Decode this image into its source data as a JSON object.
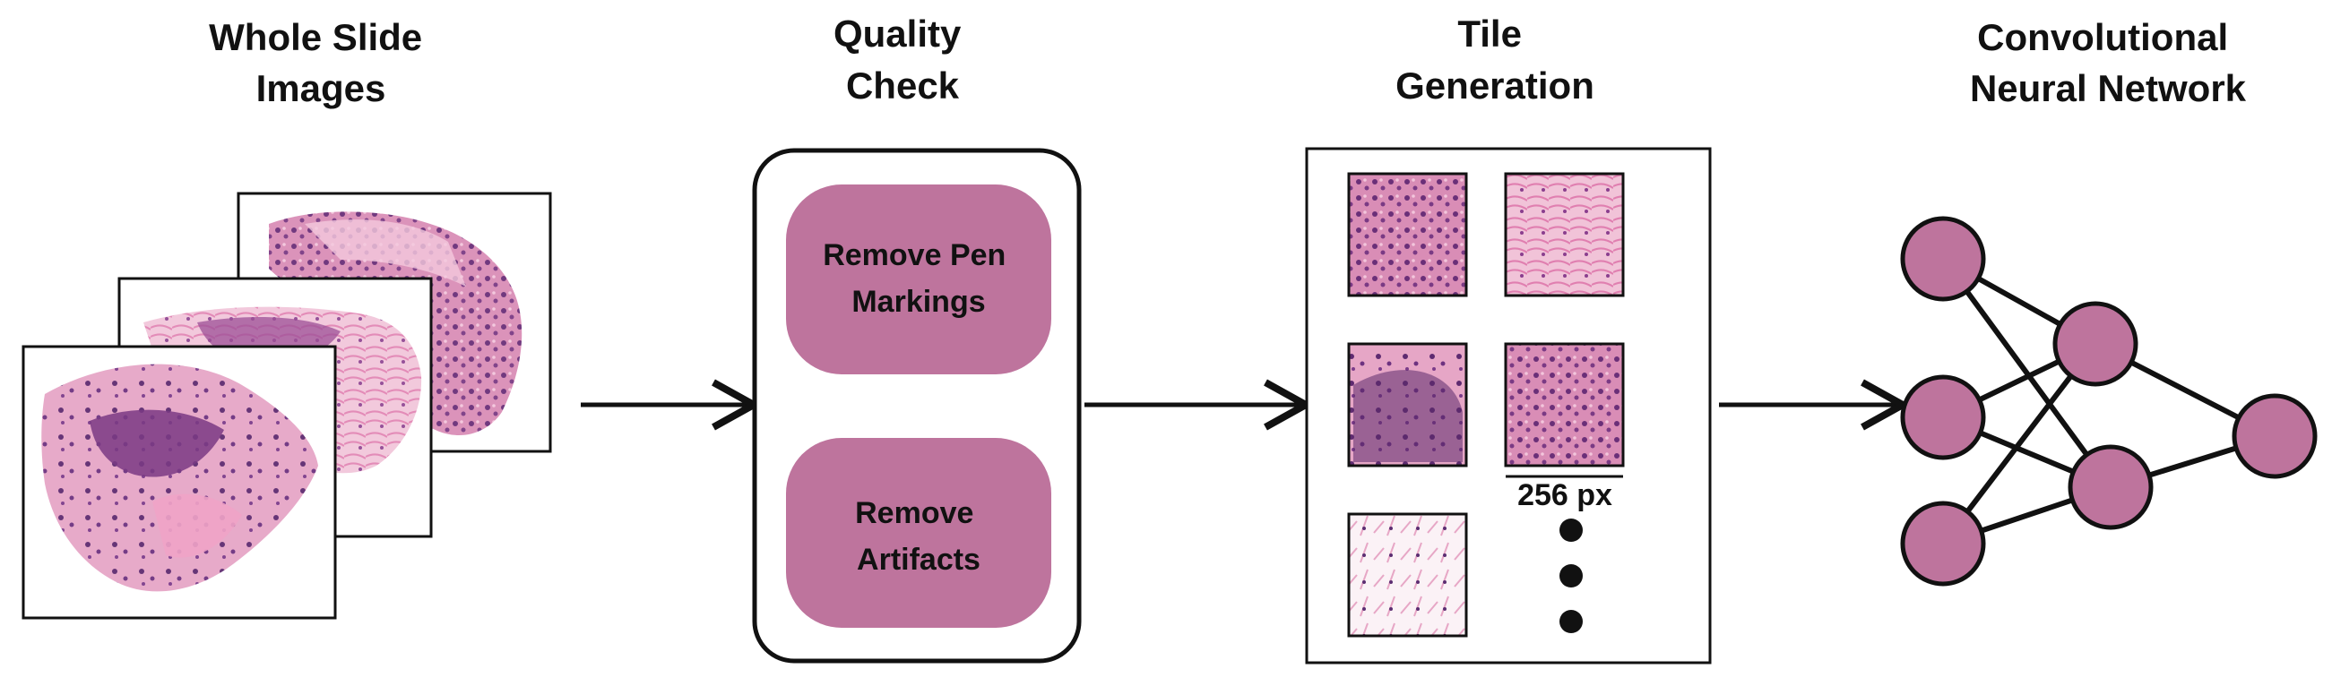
{
  "stages": [
    {
      "title_lines": [
        "Whole Slide",
        "Images"
      ]
    },
    {
      "title_lines": [
        "Quality",
        "Check"
      ]
    },
    {
      "title_lines": [
        "Tile",
        "Generation"
      ]
    },
    {
      "title_lines": [
        "Convolutional",
        "Neural Network"
      ]
    }
  ],
  "quality_check": {
    "steps": [
      {
        "lines": [
          "Remove Pen",
          "Markings"
        ]
      },
      {
        "lines": [
          "Remove",
          "Artifacts"
        ]
      }
    ]
  },
  "tile_generation": {
    "tile_size_label": "256 px"
  },
  "colors": {
    "accent": "#BE749D",
    "tissue_dark": "#7A3A7E",
    "tissue_light": "#E9A9C6",
    "stroke": "#111111"
  }
}
